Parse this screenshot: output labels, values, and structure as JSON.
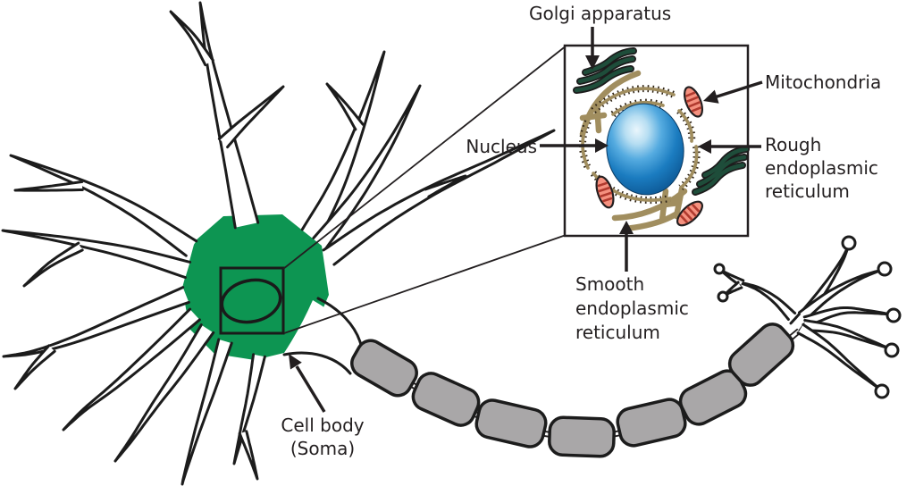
{
  "diagram": {
    "subject": "Neuron anatomy with magnified cell body inset",
    "labels": {
      "golgi": "Golgi apparatus",
      "mitochondria": "Mitochondria",
      "nucleus": "Nucleus",
      "rough_er": "Rough endoplasmic reticulum",
      "smooth_er": "Smooth endoplasmic reticulum",
      "cell_body": "Cell body (Soma)"
    },
    "colors": {
      "text": "#231f20",
      "soma_green": "#0d9552",
      "myelin_gray": "#a9a7a8",
      "nucleus_blue": "#1b7cc0",
      "nucleus_highlight": "#eaf6fc",
      "mitochondria_salmon": "#f5917f",
      "mitochondria_stripe": "#b03a2e",
      "er_tan": "#a18e5f",
      "golgi_green": "#1e4d3a",
      "outline_black": "#1c1c1c"
    }
  }
}
